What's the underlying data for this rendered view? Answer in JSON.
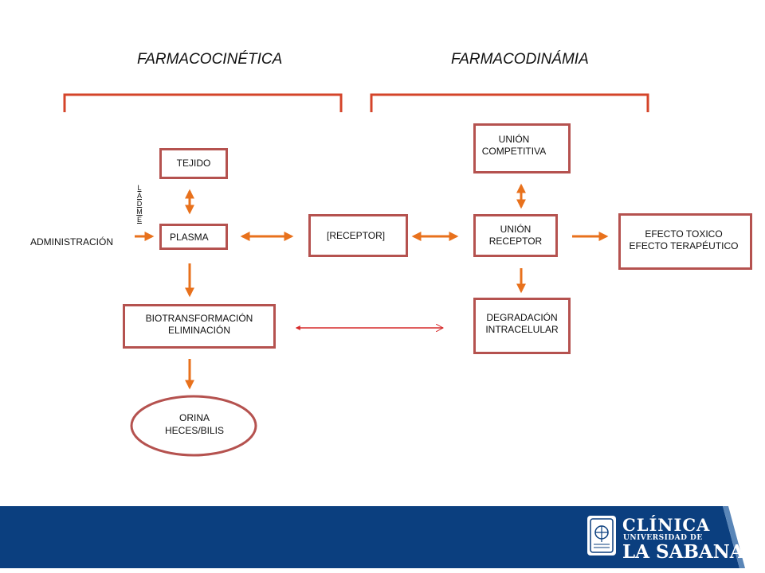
{
  "headings": {
    "pharmacokinetics": "FARMACOCINÉTICA",
    "pharmacodynamics": "FARMACODINÁMIA"
  },
  "nodes": {
    "tejido": "TEJIDO",
    "administracion": "ADMINISTRACIÓN",
    "ladme": "L\nA\nD\nM\nE",
    "plasma": "PLASMA",
    "receptor_concentration": "[RECEPTOR]",
    "union_competitiva": "UNIÓN\nCOMPETITIVA",
    "union_receptor": "UNIÓN\nRECEPTOR",
    "efecto": "EFECTO TOXICO\nEFECTO TERAPÉUTICO",
    "biotransformacion": "BIOTRANSFORMACIÓN\nELIMINACIÓN",
    "degradacion": "DEGRADACIÓN\nINTRACELULAR",
    "orina": "ORINA\nHECES/BILIS"
  },
  "colors": {
    "bracket": "#d4442a",
    "arrow": "#e8711c",
    "red_arrow": "#d62a2a",
    "box_border": "#b5524f",
    "footer_blue": "#0b3f7f"
  },
  "footer": {
    "logo_line1": "CLÍNICA",
    "logo_line2": "UNIVERSIDAD DE",
    "logo_line3": "LA SABANA"
  }
}
